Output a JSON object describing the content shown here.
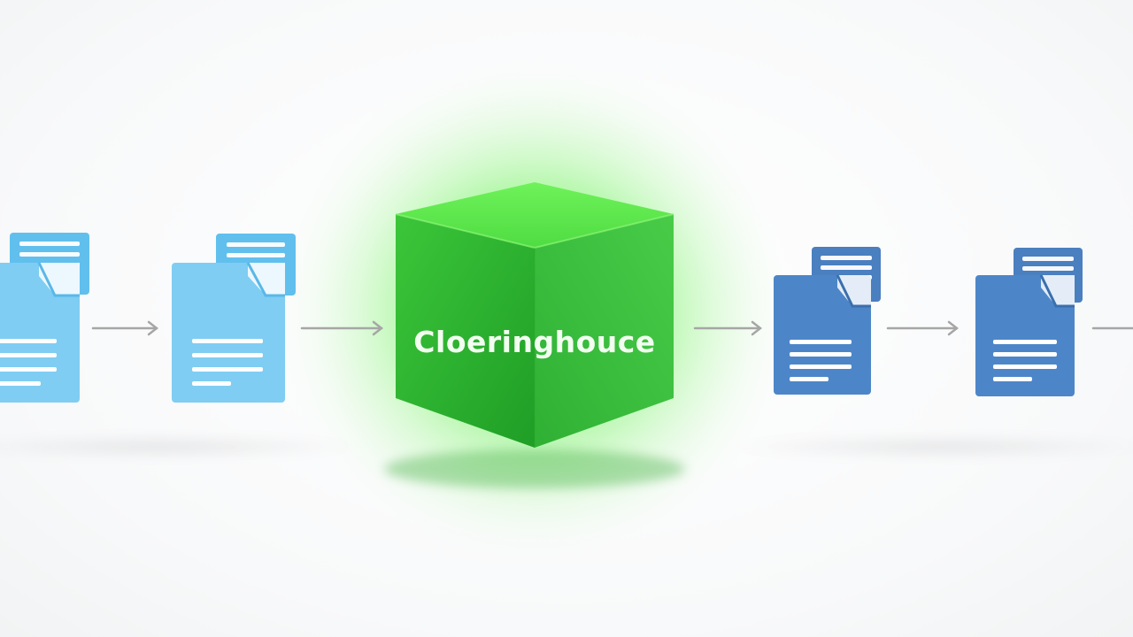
{
  "hub": {
    "label": "Cloeringhouce",
    "face_colors": {
      "top": "#5fe84a",
      "left": "#2fb82f",
      "right": "#39c23a",
      "glow": "#6cf55a"
    }
  },
  "incoming_docs": {
    "count": 2,
    "colors": {
      "body": "#7fcdf2",
      "card": "#61bfee",
      "lines": "#ffffff"
    }
  },
  "outgoing_docs": {
    "count": 2,
    "colors": {
      "body": "#4d86c8",
      "card": "#4a7fc0",
      "lines": "#ffffff"
    }
  },
  "arrow_color": "#a6a6a6"
}
